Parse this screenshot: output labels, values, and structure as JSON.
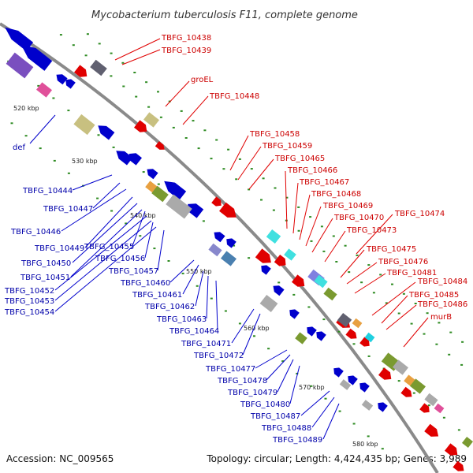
{
  "title": "Mycobacterium tuberculosis F11, complete genome",
  "footer": {
    "accession": "Accession: NC_009565",
    "summary": "Topology: circular; Length: 4,424,435 bp; Genes: 3,989"
  },
  "colors": {
    "forward": "#e00000",
    "reverse": "#0000cc",
    "backbone": "#8a8a8a",
    "tick_dot": "#2e8b22",
    "forward_label": "#cc0000",
    "reverse_label": "#0000aa"
  },
  "scale_labels": [
    "520 kbp",
    "530 kbp",
    "540 kbp",
    "550 kbp",
    "560 kbp",
    "570 kbp",
    "580 kbp"
  ],
  "forward_genes": [
    "TBFG_10438",
    "TBFG_10439",
    "groEL",
    "TBFG_10448",
    "TBFG_10458",
    "TBFG_10459",
    "TBFG_10465",
    "TBFG_10466",
    "TBFG_10467",
    "TBFG_10468",
    "TBFG_10469",
    "TBFG_10470",
    "TBFG_10474",
    "TBFG_10473",
    "TBFG_10475",
    "TBFG_10476",
    "TBFG_10481",
    "TBFG_10484",
    "TBFG_10485",
    "TBFG_10486",
    "murB"
  ],
  "reverse_genes": [
    "def",
    "TBFG_10444",
    "TBFG_10447",
    "TBFG_10446",
    "TBFG_10449",
    "TBFG_10455",
    "TBFG_10450",
    "TBFG_10456",
    "TBFG_10451",
    "TBFG_10452",
    "TBFG_10457",
    "TBFG_10453",
    "TBFG_10454",
    "TBFG_10460",
    "TBFG_10461",
    "TBFG_10462",
    "TBFG_10463",
    "TBFG_10464",
    "TBFG_10471",
    "TBFG_10472",
    "TBFG_10477",
    "TBFG_10478",
    "TBFG_10479",
    "TBFG_10480",
    "TBFG_10487",
    "TBFG_10488",
    "TBFG_10489"
  ]
}
